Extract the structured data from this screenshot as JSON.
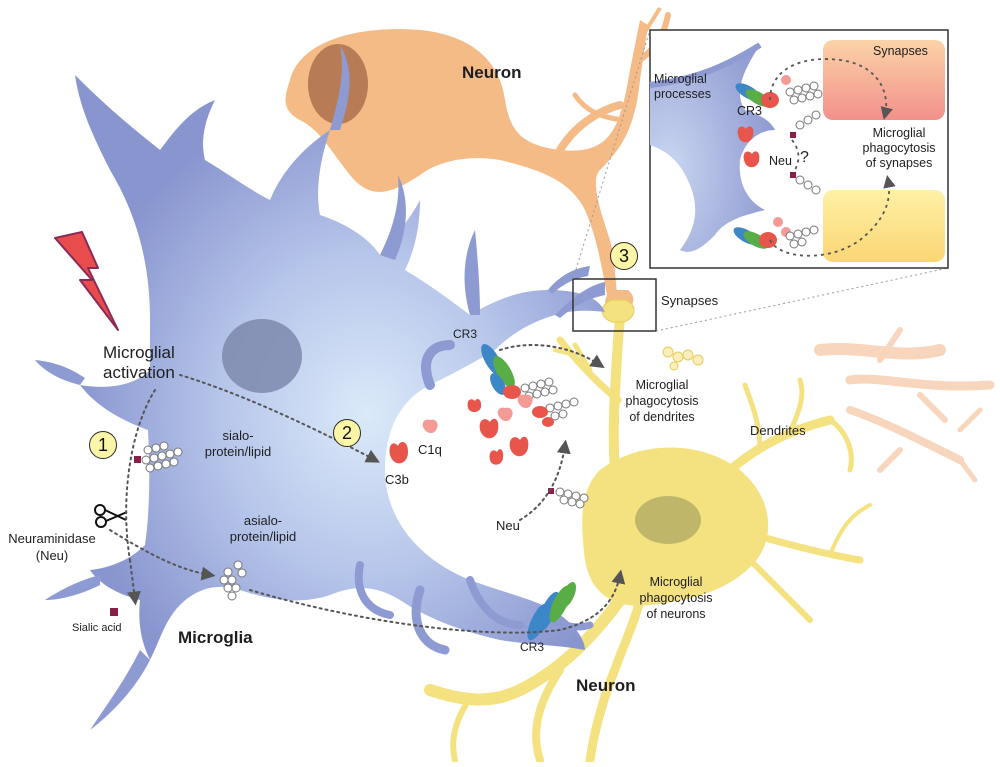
{
  "labels": {
    "neuron_top": "Neuron",
    "neuron_bottom": "Neuron",
    "microglia": "Microglia",
    "activation_line1": "Microglial",
    "activation_line2": "activation",
    "sialo_line1": "sialo-",
    "sialo_line2": "protein/lipid",
    "asialo_line1": "asialo-",
    "asialo_line2": "protein/lipid",
    "neuraminidase_line1": "Neuraminidase",
    "neuraminidase_line2": "(Neu)",
    "sialic_acid": "Sialic acid",
    "cr3_upper": "CR3",
    "cr3_lower": "CR3",
    "c1q": "C1q",
    "c3b": "C3b",
    "neu": "Neu",
    "dendrites_phago_line1": "Microglial",
    "dendrites_phago_line2": "phagocytosis",
    "dendrites_phago_line3": "of dendrites",
    "dendrites": "Dendrites",
    "neurons_phago_line1": "Microglial",
    "neurons_phago_line2": "phagocytosis",
    "neurons_phago_line3": "of neurons",
    "synapses": "Synapses"
  },
  "steps": [
    "1",
    "2",
    "3"
  ],
  "inset": {
    "synapses": "Synapses",
    "processes_line1": "Microglial",
    "processes_line2": "processes",
    "cr3": "CR3",
    "neu": "Neu",
    "question": "?",
    "phago_line1": "Microglial",
    "phago_line2": "phagocytosis",
    "phago_line3": "of synapses"
  },
  "colors": {
    "microglia": "#8e9ad2",
    "microglia_light": "#dce9f8",
    "neuron_top": "#f3b982",
    "neuron_bottom": "#f3e17f",
    "faded_neuron": "#f8d6bd",
    "complement": "#e8554a",
    "cr3_blue": "#3d86c8",
    "cr3_green": "#58ad46",
    "sialic": "#8b1e4b",
    "lightning": "#e84c4c"
  },
  "icons": [
    "lightning-icon",
    "scissors-icon",
    "sialic-acid-icon"
  ]
}
